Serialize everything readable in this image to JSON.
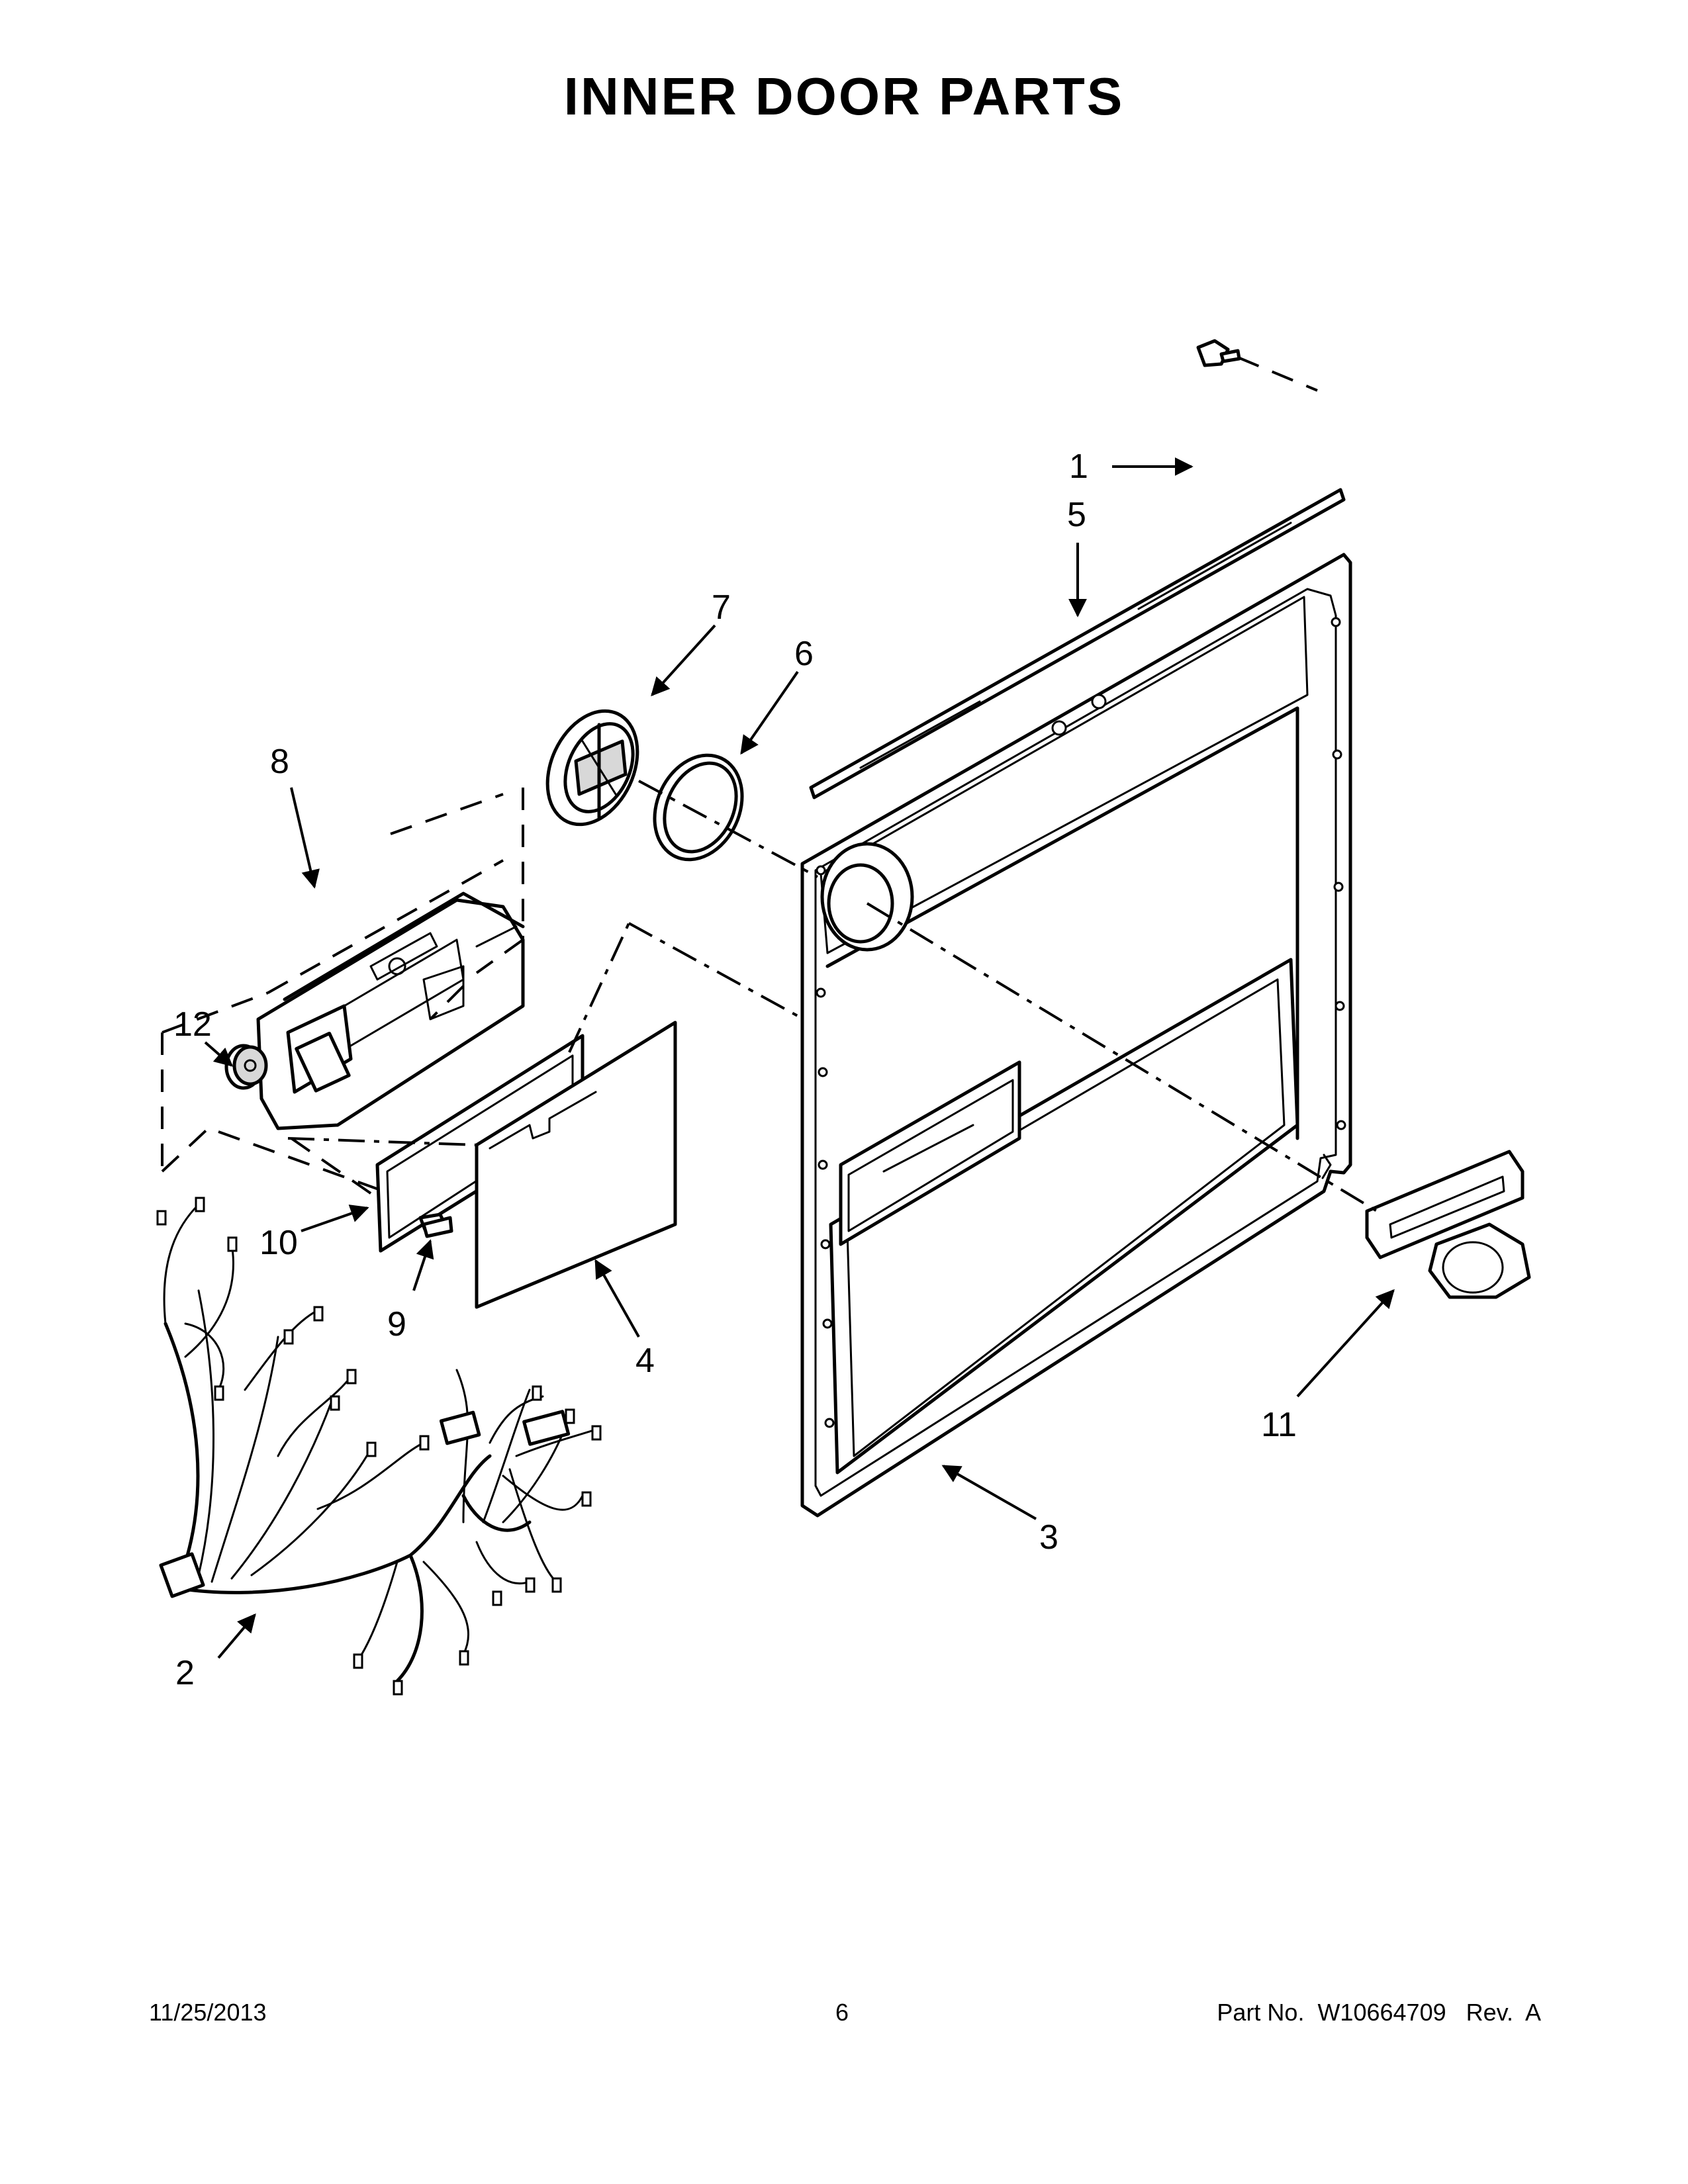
{
  "title": "INNER DOOR PARTS",
  "callouts": {
    "c1": "1",
    "c2": "2",
    "c3": "3",
    "c4": "4",
    "c5": "5",
    "c6": "6",
    "c7": "7",
    "c8": "8",
    "c9": "9",
    "c10": "10",
    "c11": "11",
    "c12": "12"
  },
  "footer": {
    "date": "11/25/2013",
    "page": "6",
    "part": "Part No.  W10664709   Rev.  A"
  }
}
